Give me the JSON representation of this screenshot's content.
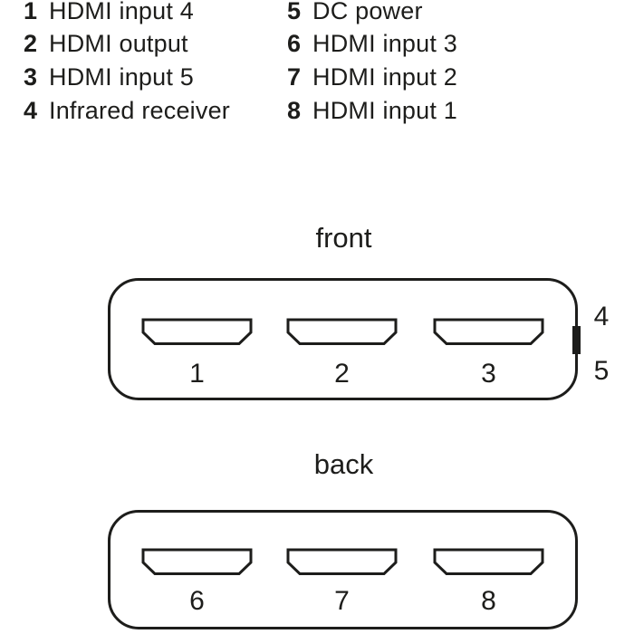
{
  "colors": {
    "ink": "#1d1d1b",
    "background": "#ffffff"
  },
  "legend": {
    "left": [
      {
        "num": "1",
        "label": "HDMI input 4"
      },
      {
        "num": "2",
        "label": "HDMI output"
      },
      {
        "num": "3",
        "label": "HDMI input 5"
      },
      {
        "num": "4",
        "label": "Infrared receiver"
      }
    ],
    "right": [
      {
        "num": "5",
        "label": "DC power"
      },
      {
        "num": "6",
        "label": "HDMI input 3"
      },
      {
        "num": "7",
        "label": "HDMI input 2"
      },
      {
        "num": "8",
        "label": "HDMI input 1"
      }
    ]
  },
  "front_view": {
    "title": "front",
    "port_labels": [
      "1",
      "2",
      "3"
    ],
    "side_labels": [
      "4",
      "5"
    ]
  },
  "back_view": {
    "title": "back",
    "port_labels": [
      "6",
      "7",
      "8"
    ]
  }
}
